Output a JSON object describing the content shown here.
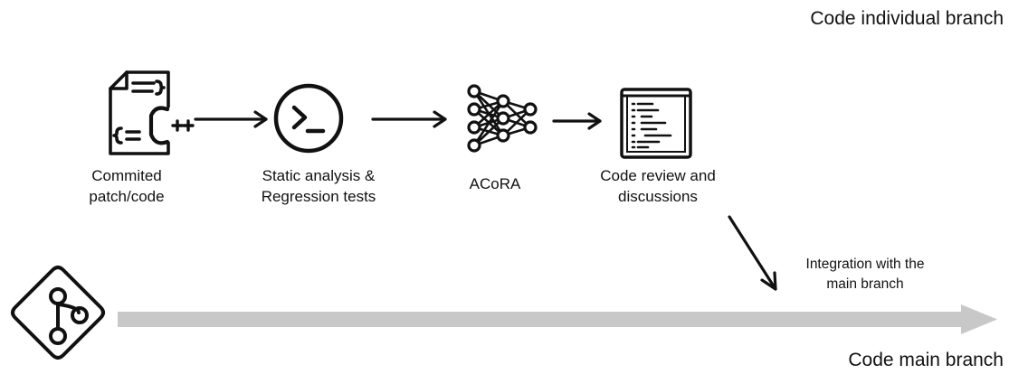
{
  "branches": {
    "individual": "Code individual branch",
    "main": "Code main branch"
  },
  "steps": [
    {
      "line1": "Commited",
      "line2": "patch/code",
      "icon": "cpp-file-icon"
    },
    {
      "line1": "Static analysis &",
      "line2": "Regression tests",
      "icon": "terminal-icon"
    },
    {
      "line1": "ACoRA",
      "line2": "",
      "icon": "neural-network-icon"
    },
    {
      "line1": "Code review and",
      "line2": "discussions",
      "icon": "code-window-icon"
    }
  ],
  "integration": {
    "line1": "Integration with the",
    "line2": "main branch"
  },
  "git_icon": "git-branch-icon",
  "colors": {
    "ink": "#111111",
    "main_branch_arrow": "#c8c8c8"
  }
}
